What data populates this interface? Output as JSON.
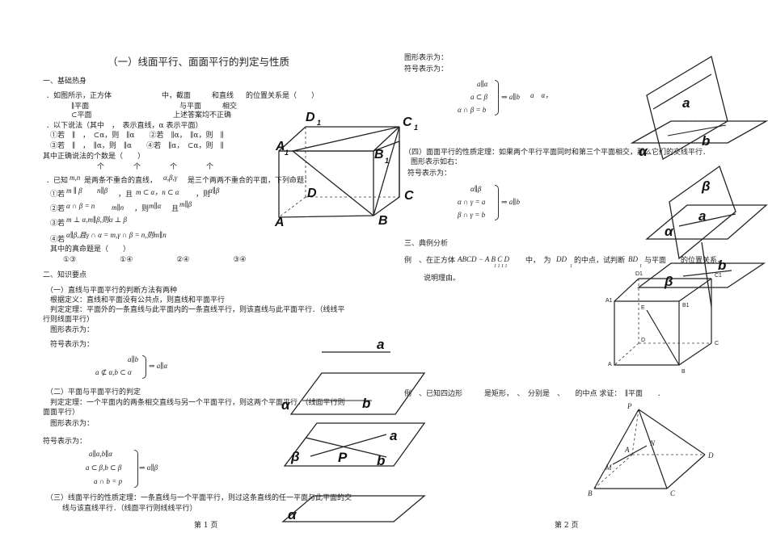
{
  "left": {
    "title": "（一）线面平行、面面平行的判定与性质",
    "s1": "一、基础热身",
    "q1_a": "．如图所示，正方体",
    "q1_b": "中，截面",
    "q1_c": "和直线",
    "q1_d": "的位置关系是（　　）",
    "q1_o1": "∥平面",
    "q1_o2": "与平面",
    "q1_o3": "相交",
    "q1_o4": "⊂平面",
    "q1_o5": "上述答案均不正确",
    "q2": "．以下说法（其中　，　表示直线，α 表示平面）",
    "q2_l1": "①若　∥　，　⊂α，则　∥α　　②若　∥α，　∥α，则　∥",
    "q2_l2": "③若　∥　，　∥α，则　∥α　　④若　∥α，　⊂α，则　∥",
    "q2_l3": "其中正确说法的个数是（　　）",
    "q2_l4": "个　　　　个　　　　个　　　　个",
    "q3_a": "．已知",
    "q3_mn": "m,n",
    "q3_b": "是两条不重合的直线，",
    "q3_abg": "α,β,γ",
    "q3_c": "是三个两两不重合的平面，下列命题：",
    "p1_a": "①若",
    "p1_m": "m ∥ β",
    "p1_n": "n∥β",
    "p1_mc": "m ⊂ α，n ⊂ α",
    "p1_r": "α∥β",
    "p1_and": "，且",
    "p1_then": "，则",
    "p2_a": "②若",
    "p2_x": "α ∩ β = n",
    "p2_y": "m∥n",
    "p2_r": "m∥α",
    "p2_r2": "m∥β",
    "p2_then": "，则",
    "p2_and": "且",
    "p3_a": "③若",
    "p3_x": "m ⊥ α,m∥β,则α ⊥ β",
    "p4_a": "④若",
    "p4_x": "α∥β,且γ ∩ α = m,γ ∩ β = n,则m∥n",
    "q3_ask": "其中的真命题是（　　）",
    "q3_opts": "①③　　　　　　①④　　　　　　②④　　　　　　③④",
    "s2": "二、知识要点",
    "k1": "（一）直线与平面平行的判断方法有两种",
    "k1_a": "根据定义：直线和平面没有公共点，则直线和平面平行",
    "k1_b": "判定定理：平面外的一条直线与此平面内的一条直线平行，则该直线与此平面平行．（线线平",
    "k1_c": "行则线面平行）",
    "k1_d": "图形表示为：",
    "k1_e": "符号表示为：",
    "f1_1": "a∥b",
    "f1_2": "a ⊄ α,b ⊂ α",
    "f1_r": "⇒ a∥α",
    "k2": "（二）平面与平面平行的判定",
    "k2_a": "判定定理：一个平面内的两条相交直线与另一个平面平行，则这两个平面平行．（线面平行则",
    "k2_b": "面面平行）",
    "k2_c": "图形表示为：",
    "k2_d": "符号表示为：",
    "f2_1": "a∥α,b∥α",
    "f2_2": "a ⊂ β,b ⊂ β",
    "f2_3": "a ∩ b = p",
    "f2_r": "⇒ α∥β",
    "k3_a": "（三）线面平行的性质定理：一条直线与一个平面平行，则过这条直线的任一平面与此平面的交",
    "k3_b": "线与该直线平行．（线面平行则线线平行）",
    "page": "第 1 页"
  },
  "right": {
    "r1": "图形表示为：",
    "r2": "符号表示为：",
    "f3_1": "a∥α",
    "f3_2": "a ⊂ β",
    "f3_3": "α ∩ β = b",
    "f3_r": "⇒ a∥b",
    "f3_tail": "a　α，",
    "k4": "（四）面面平行的性质定理：如果两个平行平面同时和第三个平面相交，那么它们的交线平行．",
    "k4_a": "图形表示如右：",
    "k4_b": "符号表示为：",
    "f4_1": "α∥β",
    "f4_2": "α ∩ γ = a",
    "f4_3": "β ∩ γ = b",
    "f4_r": "⇒ a∥b",
    "s3": "三、典例分析",
    "e1_a": "例　、在正方体",
    "e1_b": "ABCD − A B C D",
    "e1_sub": "1  1  1  1",
    "e1_c": "中，　为",
    "e1_d": "DD",
    "e1_dsub": "1",
    "e1_e": "的中点，试判断",
    "e1_f": "BD",
    "e1_fsub": "1",
    "e1_g": "与平面　　的位置关系，",
    "e1_h": "说明理由。",
    "e2": "例　、已知四边形　　　是矩形，　、　分别是　、　　的中点 求证：　∥平面　　．",
    "page": "第 2 页"
  },
  "fig_cube": {
    "D1": "D",
    "D1s": "1",
    "C1": "C",
    "C1s": "1",
    "A1": "A",
    "A1s": "1",
    "B1": "B",
    "B1s": "1",
    "D": "D",
    "C": "C",
    "A": "A",
    "B": "B"
  },
  "fig_a": {
    "a": "a",
    "alpha": "α",
    "b": "b",
    "beta": "β",
    "P": "P"
  },
  "fig_r": {
    "a": "a",
    "b": "b",
    "alpha": "α",
    "beta": "β",
    "gamma": "β",
    "a2": "a",
    "b2": "b",
    "alpha2": "α"
  },
  "fig_cube2": {
    "D1": "D1",
    "C1": "C1",
    "A1": "A1",
    "B1": "B1",
    "E": "E",
    "D": "D",
    "C": "C",
    "A": "A",
    "B": "B"
  },
  "fig_pyr": {
    "P": "P",
    "N": "N",
    "A": "A",
    "D": "D",
    "M": "M",
    "B": "B",
    "C": "C"
  }
}
